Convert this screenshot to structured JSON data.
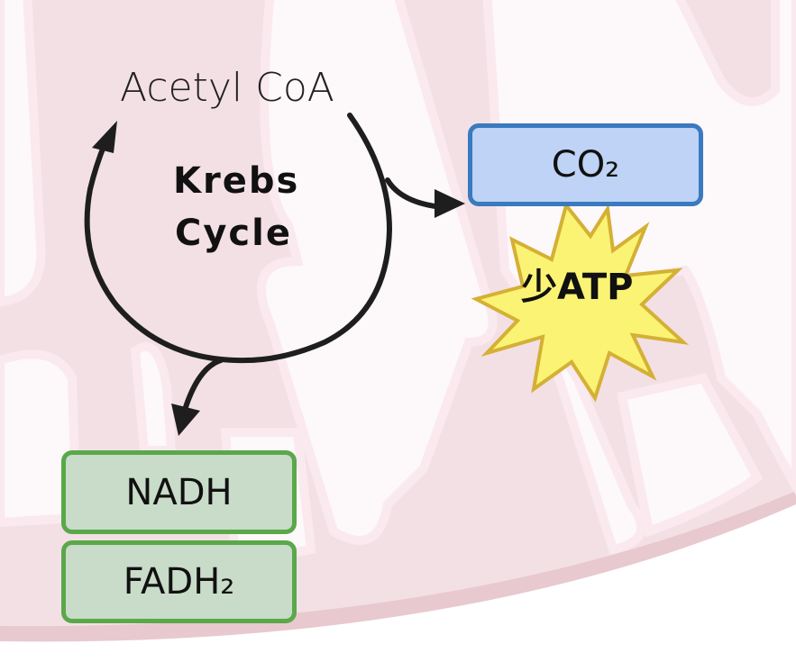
{
  "diagram": {
    "start_label": "Acetyl CoA",
    "cycle_label_line1": "Krebs",
    "cycle_label_line2": "Cycle",
    "co2_label": "CO₂",
    "atp_label": "少ATP",
    "nadh_label": "NADH",
    "fadh2_label": "FADH₂"
  },
  "colors": {
    "co2_fill": "#bed3f5",
    "co2_border": "#3a7abf",
    "carrier_fill": "#c9dcc9",
    "carrier_border": "#5aa84a",
    "burst_fill": "#fbf373",
    "burst_border": "#d4b035",
    "membrane": "#f3e0e5"
  }
}
